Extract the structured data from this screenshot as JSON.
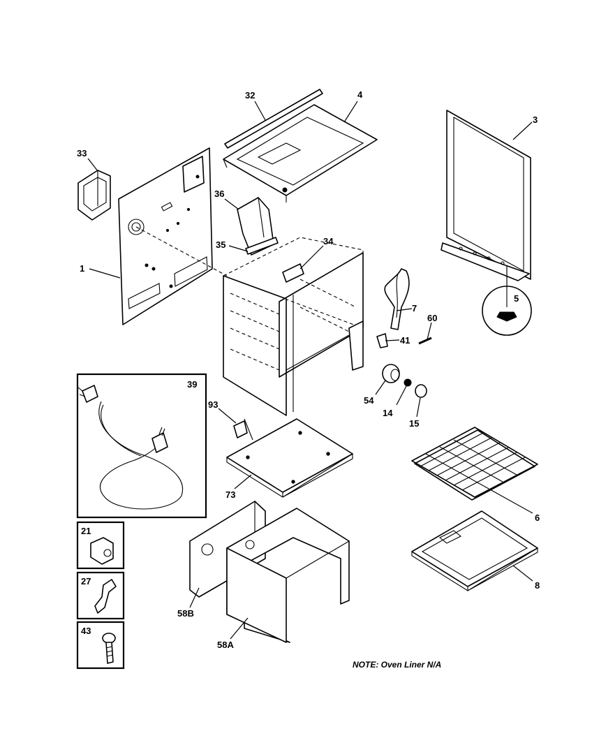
{
  "labels": {
    "p1": "1",
    "p3": "3",
    "p4": "4",
    "p5": "5",
    "p6": "6",
    "p7": "7",
    "p8": "8",
    "p14": "14",
    "p15": "15",
    "p21": "21",
    "p27": "27",
    "p32": "32",
    "p33": "33",
    "p34": "34",
    "p35": "35",
    "p36": "36",
    "p39": "39",
    "p41": "41",
    "p43": "43",
    "p54": "54",
    "p58A": "58A",
    "p58B": "58B",
    "p60": "60",
    "p73": "73",
    "p93": "93"
  },
  "note": "NOTE: Oven Liner N/A"
}
